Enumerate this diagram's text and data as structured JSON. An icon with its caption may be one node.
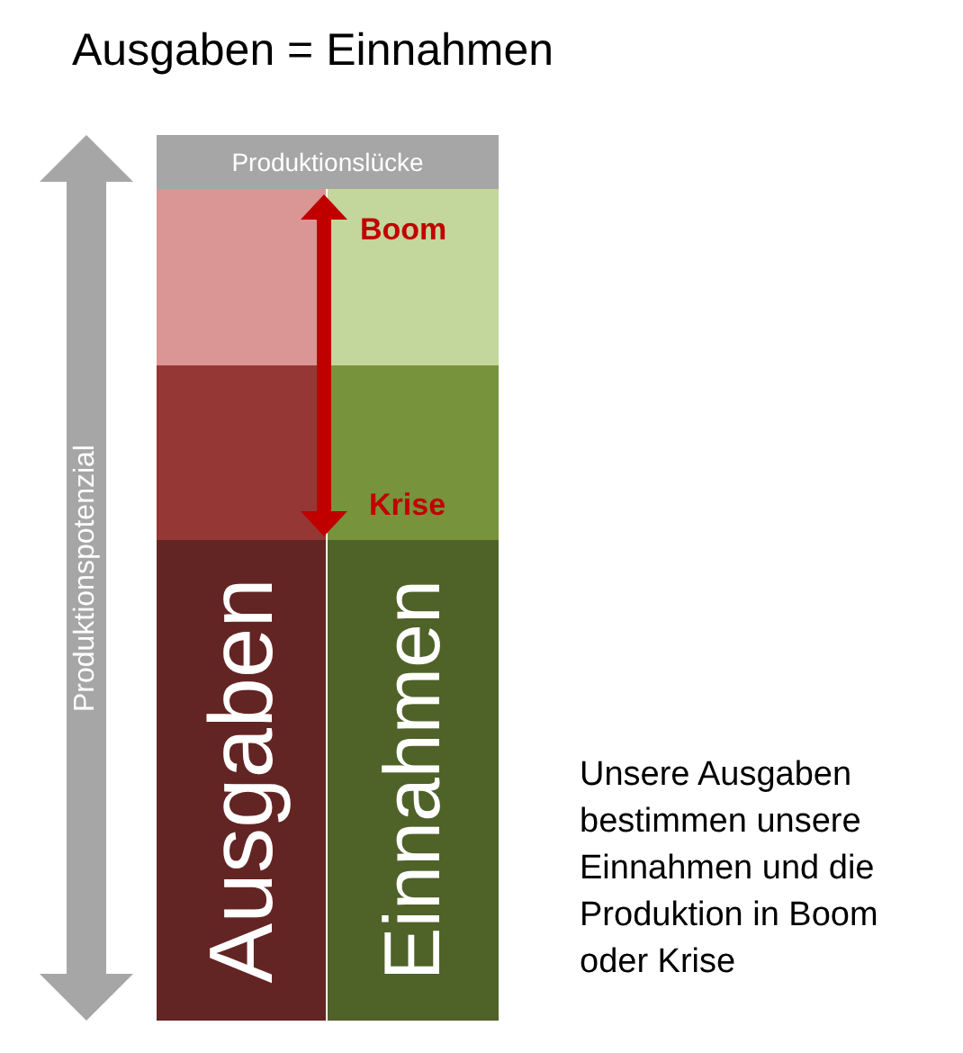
{
  "diagram": {
    "title": "Ausgaben = Einnahmen",
    "nodes": [
      {
        "text": [
          "Produktionslücke"
        ]
      },
      {
        "text": [],
        "shape": "box"
      },
      {
        "text": [],
        "shape": "box"
      },
      {
        "text": [],
        "shape": "box"
      },
      {
        "text": [],
        "shape": "box"
      },
      {
        "text": [
          "Ausgaben"
        ]
      },
      {
        "text": [
          "Einnahmen"
        ]
      },
      {
        "text": [
          "Produktionspotenzial"
        ]
      }
    ],
    "edges": [],
    "labels": [
      "Boom",
      "Krise",
      "Unsere Ausgaben bestimmen unsere Einnahmen und die Produktion in Boom oder Krise"
    ]
  }
}
